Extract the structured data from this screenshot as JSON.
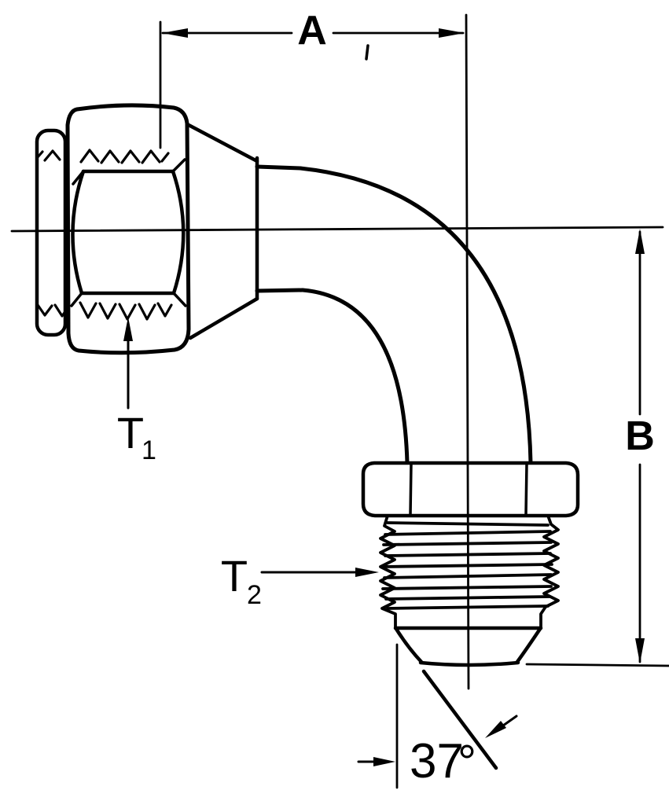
{
  "drawing": {
    "dimension_labels": {
      "horizontal": "A",
      "vertical": "B"
    },
    "thread_callouts": {
      "nut_thread": {
        "symbol": "T",
        "subscript": "1"
      },
      "male_thread": {
        "symbol": "T",
        "subscript": "2"
      }
    },
    "flare_angle": {
      "value": "37",
      "unit": "°"
    },
    "colors": {
      "ink": "#000000",
      "paper": "#ffffff"
    }
  }
}
